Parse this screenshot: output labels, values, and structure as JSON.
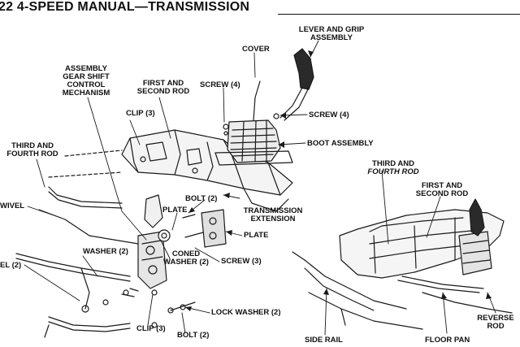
{
  "header": {
    "title": "22 4-SPEED MANUAL—TRANSMISSION"
  },
  "labels": {
    "lever_grip_1": "LEVER AND GRIP",
    "lever_grip_2": "ASSEMBLY",
    "cover": "COVER",
    "screw4_top": "SCREW (4)",
    "screw4_right": "SCREW (4)",
    "boot_assembly": "BOOT ASSEMBLY",
    "assembly_1": "ASSEMBLY",
    "assembly_2": "GEAR SHIFT",
    "assembly_3": "CONTROL",
    "assembly_4": "MECHANISM",
    "first_second_1": "FIRST AND",
    "first_second_2": "SECOND ROD",
    "clip3_top": "CLIP (3)",
    "third_fourth_left_1": "THIRD AND",
    "third_fourth_left_2": "FOURTH ROD",
    "swivel": "WIVEL",
    "bolt2_mid": "BOLT (2)",
    "plate_left": "PLATE",
    "transmission_1": "TRANSMISSION",
    "transmission_2": "EXTENSION",
    "plate_right": "PLATE",
    "washer2": "WASHER (2)",
    "el2": "EL (2)",
    "coned_1": "CONED",
    "coned_2": "WASHER (2)",
    "screw3": "SCREW (3)",
    "lock_washer": "LOCK WASHER (2)",
    "clip3_bottom": "CLIP (3)",
    "bolt2_bottom": "BOLT (2)",
    "third_fourth_right_1": "THIRD AND",
    "third_fourth_right_2": "FOURTH ROD",
    "first_second_right_1": "FIRST AND",
    "first_second_right_2": "SECOND ROD",
    "reverse_1": "REVERSE",
    "reverse_2": "ROD",
    "side_rail": "SIDE RAIL",
    "floor_pan": "FLOOR PAN"
  }
}
